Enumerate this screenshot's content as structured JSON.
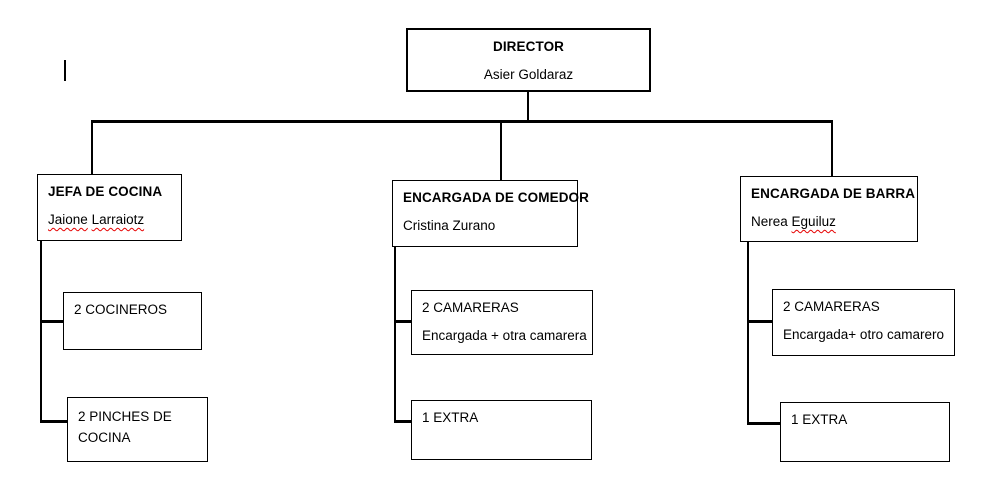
{
  "org_chart": {
    "root": {
      "title": "DIRECTOR",
      "name": "Asier Goldaraz"
    },
    "branches": [
      {
        "title": "JEFA DE COCINA",
        "name_words": [
          "Jaione",
          "Larraiotz"
        ],
        "children": [
          {
            "label": "2 COCINEROS"
          },
          {
            "label": "2 PINCHES DE COCINA"
          }
        ]
      },
      {
        "title": "ENCARGADA DE COMEDOR",
        "name": "Cristina Zurano",
        "children": [
          {
            "label": "2 CAMARERAS",
            "subtext": "Encargada + otra camarera"
          },
          {
            "label": "1 EXTRA"
          }
        ]
      },
      {
        "title": "ENCARGADA DE BARRA",
        "name_first": "Nerea",
        "name_last": "Eguiluz",
        "children": [
          {
            "label": "2 CAMARERAS",
            "subtext": "Encargada+ otro camarero"
          },
          {
            "label": "1 EXTRA"
          }
        ]
      }
    ],
    "colors": {
      "background": "#ffffff",
      "text": "#000000",
      "box_border": "#000000",
      "connector": "#000000",
      "spellcheck_underline": "#e60000"
    }
  }
}
